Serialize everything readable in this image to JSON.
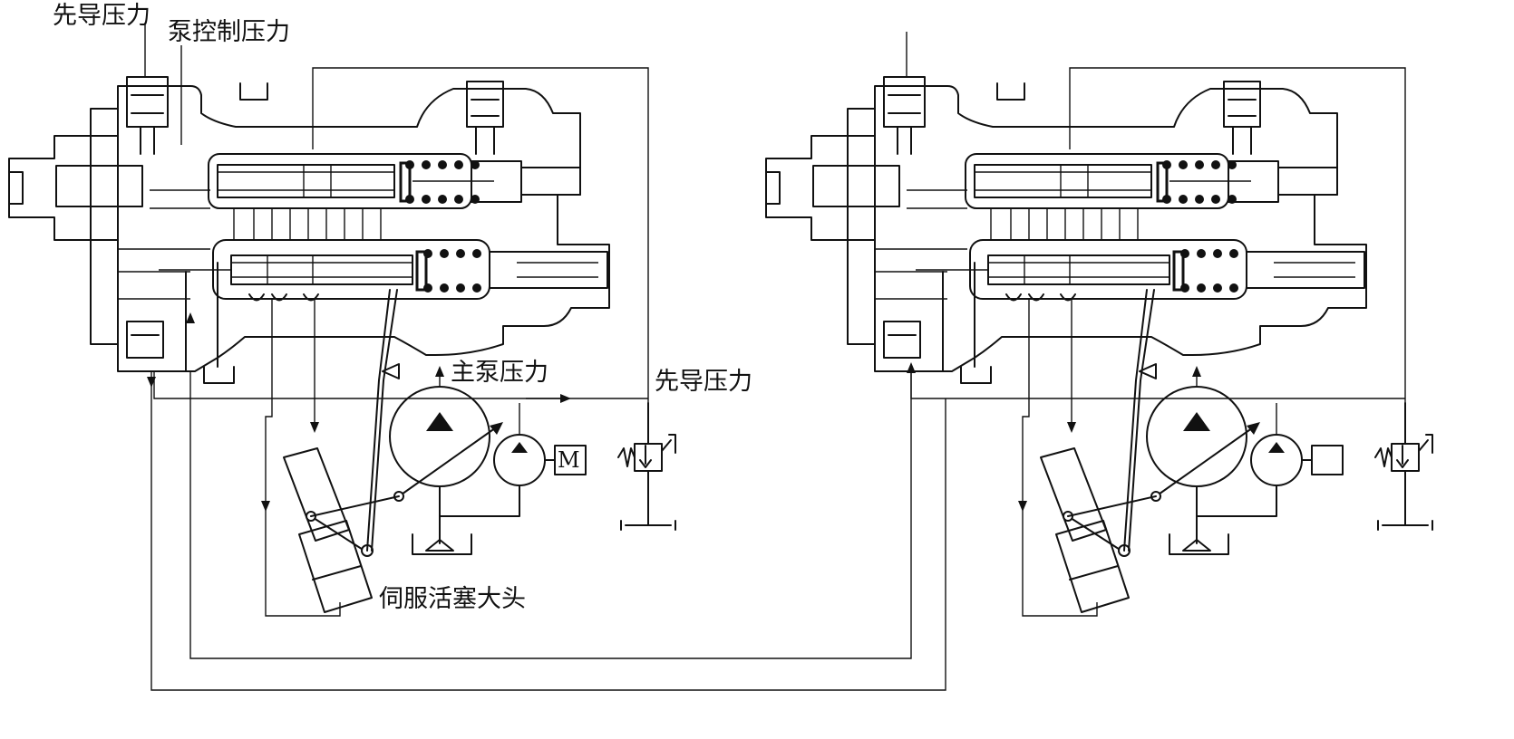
{
  "labels": {
    "pilot_pressure_top": "先导压力",
    "pump_control_pressure": "泵控制压力",
    "main_pump_pressure": "主泵压力",
    "pilot_pressure_right": "先导压力",
    "servo_piston_head": "伺服活塞大头",
    "motor_left": "M"
  },
  "colors": {
    "line": "#111111",
    "background": "#ffffff"
  }
}
